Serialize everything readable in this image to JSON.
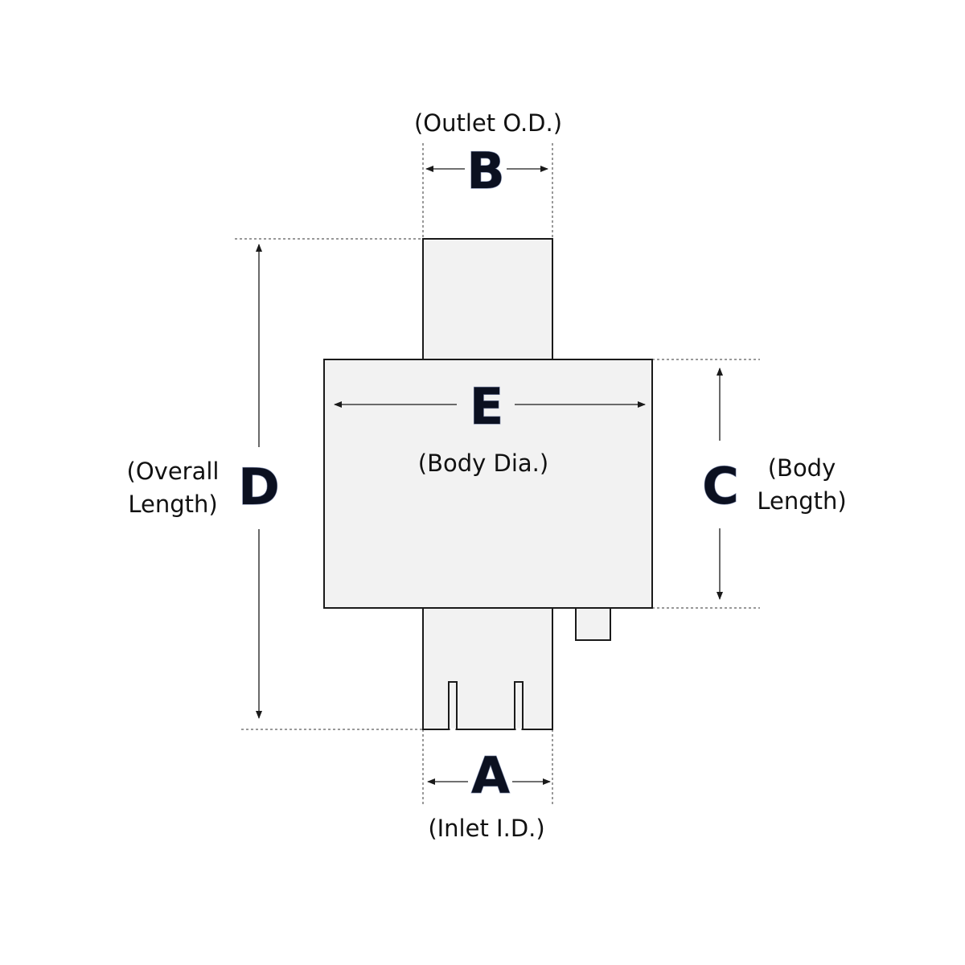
{
  "dimensions": {
    "A": {
      "letter": "A",
      "caption": "(Inlet I.D.)"
    },
    "B": {
      "letter": "B",
      "caption": "(Outlet O.D.)"
    },
    "C": {
      "letter": "C",
      "caption_line1": "(Body",
      "caption_line2": "Length)"
    },
    "D": {
      "letter": "D",
      "caption_line1": "(Overall",
      "caption_line2": "Length)"
    },
    "E": {
      "letter": "E",
      "caption": "(Body Dia.)"
    }
  },
  "colors": {
    "part_fill": "#f2f2f2",
    "outline": "#1a1a1a",
    "letter": "#0b1020"
  }
}
